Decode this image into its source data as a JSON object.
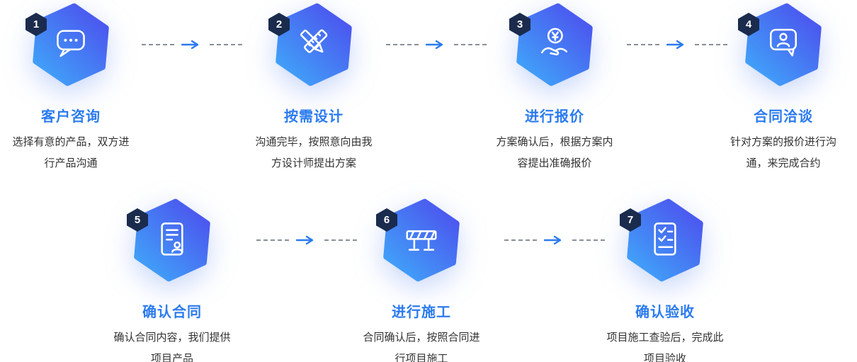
{
  "flow": {
    "steps": [
      {
        "number": "1",
        "title": "客户咨询",
        "icon": "chat-bubble-icon",
        "desc": [
          "选择有意的产品，双方进",
          "行产品沟通"
        ]
      },
      {
        "number": "2",
        "title": "按需设计",
        "icon": "pencil-ruler-icon",
        "desc": [
          "沟通完毕，按照意向由我",
          "方设计师提出方案"
        ]
      },
      {
        "number": "3",
        "title": "进行报价",
        "icon": "coin-hand-icon",
        "desc": [
          "方案确认后，根据方案内",
          "容提出准确报价"
        ]
      },
      {
        "number": "4",
        "title": "合同洽谈",
        "icon": "person-speech-bubble-icon",
        "desc": [
          "针对方案的报价进行沟",
          "通，来完成合约"
        ]
      },
      {
        "number": "5",
        "title": "确认合同",
        "icon": "contract-document-icon",
        "desc": [
          "确认合同内容，我们提供",
          "项目产品"
        ]
      },
      {
        "number": "6",
        "title": "进行施工",
        "icon": "construction-barrier-icon",
        "desc": [
          "合同确认后，按照合同进",
          "行项目施工"
        ]
      },
      {
        "number": "7",
        "title": "确认验收",
        "icon": "checklist-document-icon",
        "desc": [
          "项目施工查验后，完成此",
          "项目验收"
        ]
      }
    ],
    "colors": {
      "accent": "#2B7BEE",
      "desc_text": "#333333",
      "badge_bg": "#1A2B4D",
      "dash": "#8A8F98",
      "gradient_start": "#4C52EE",
      "gradient_end": "#40A4F9"
    }
  }
}
